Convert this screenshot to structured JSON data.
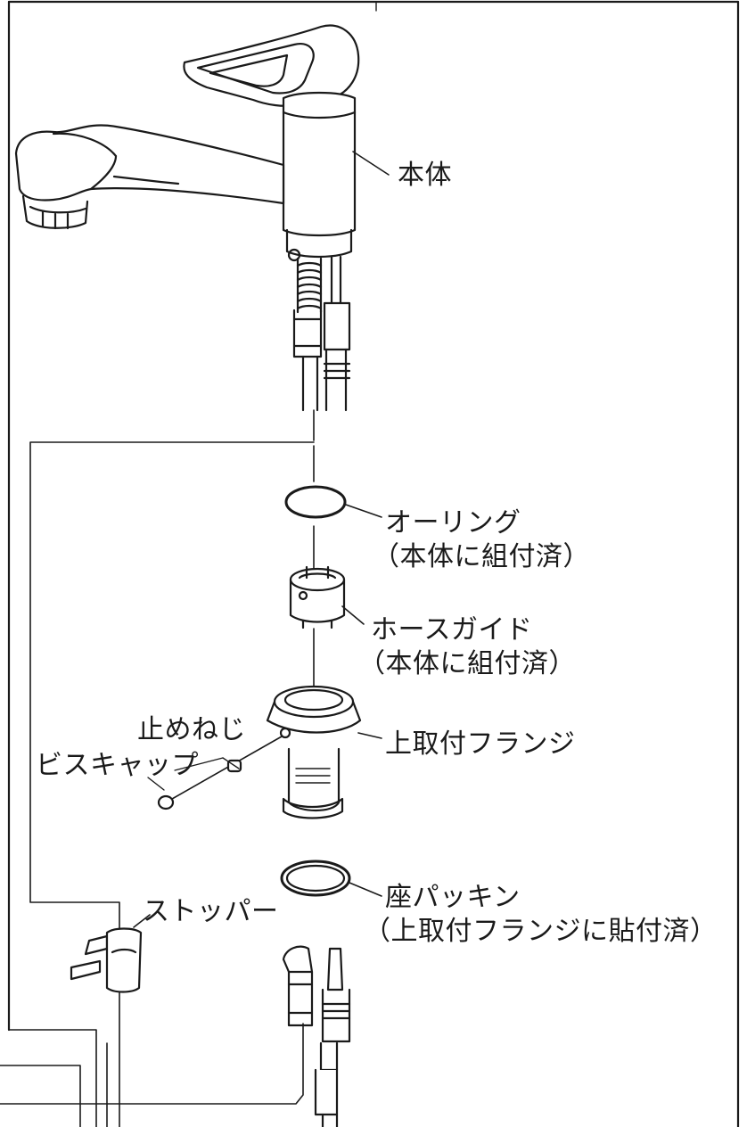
{
  "labels": {
    "body": "本体",
    "o_ring": "オーリング",
    "o_ring_note": "（本体に組付済）",
    "hose_guide": "ホースガイド",
    "hose_guide_note": "（本体に組付済）",
    "set_screw": "止めねじ",
    "screw_cap": "ビスキャップ",
    "upper_flange": "上取付フランジ",
    "seat_packing": "座パッキン",
    "seat_packing_note": "（上取付フランジに貼付済）",
    "stopper": "ストッパー"
  }
}
